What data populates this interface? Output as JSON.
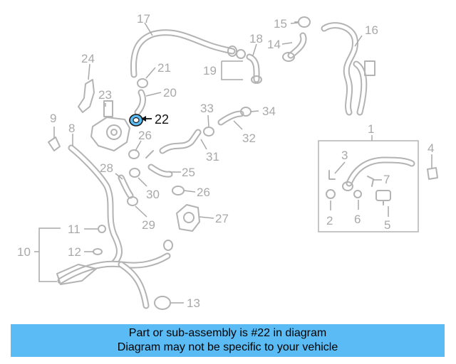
{
  "diagram": {
    "highlighted_part": "22",
    "highlight_color": "#5bbcf5",
    "labels": [
      "1",
      "2",
      "3",
      "4",
      "5",
      "6",
      "7",
      "8",
      "9",
      "10",
      "11",
      "12",
      "13",
      "14",
      "15",
      "16",
      "17",
      "18",
      "19",
      "20",
      "21",
      "22",
      "23",
      "24",
      "25",
      "26",
      "26",
      "27",
      "28",
      "29",
      "30",
      "31",
      "32",
      "33",
      "34"
    ]
  },
  "banner": {
    "line1": "Part or sub-assembly is #22 in diagram",
    "line2": "Diagram may not be specific to your vehicle",
    "background": "#5bbcf5"
  }
}
